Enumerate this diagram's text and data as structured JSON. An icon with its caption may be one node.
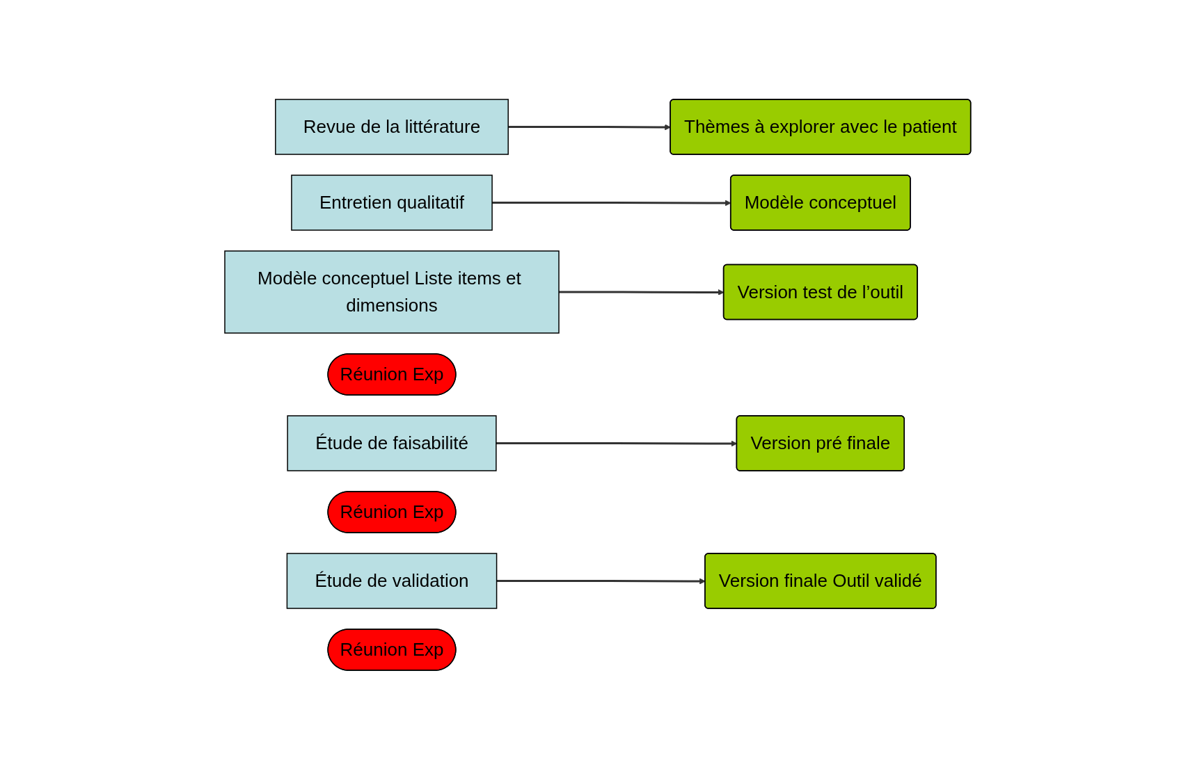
{
  "diagram": {
    "nodes": [
      {
        "text": [
          "Revue de la littérature"
        ]
      },
      {
        "text": [
          "Thèmes à explorer avec le patient"
        ]
      },
      {
        "text": [
          "Entretien qualitatif"
        ]
      },
      {
        "text": [
          "Modèle conceptuel"
        ]
      },
      {
        "text": [
          "Modèle conceptuel Liste items et dimensions"
        ]
      },
      {
        "text": [
          "Réunion Exp"
        ]
      },
      {
        "text": [
          "Version test de l’outil"
        ]
      },
      {
        "text": [
          "Étude de faisabilité"
        ]
      },
      {
        "text": [
          "Réunion Exp"
        ]
      },
      {
        "text": [
          "Version pré finale"
        ]
      },
      {
        "text": [
          "Étude de validation"
        ]
      },
      {
        "text": [
          "Réunion Exp"
        ]
      },
      {
        "text": [
          "Version finale Outil validé"
        ]
      }
    ],
    "edges": [
      {
        "from": 0,
        "to": 1,
        "arrow": "to"
      },
      {
        "from": 2,
        "to": 3,
        "arrow": "to"
      },
      {
        "from": 4,
        "to": 6,
        "arrow": "to"
      },
      {
        "from": 7,
        "to": 9,
        "arrow": "to"
      },
      {
        "from": 10,
        "to": 12,
        "arrow": "to"
      }
    ]
  }
}
